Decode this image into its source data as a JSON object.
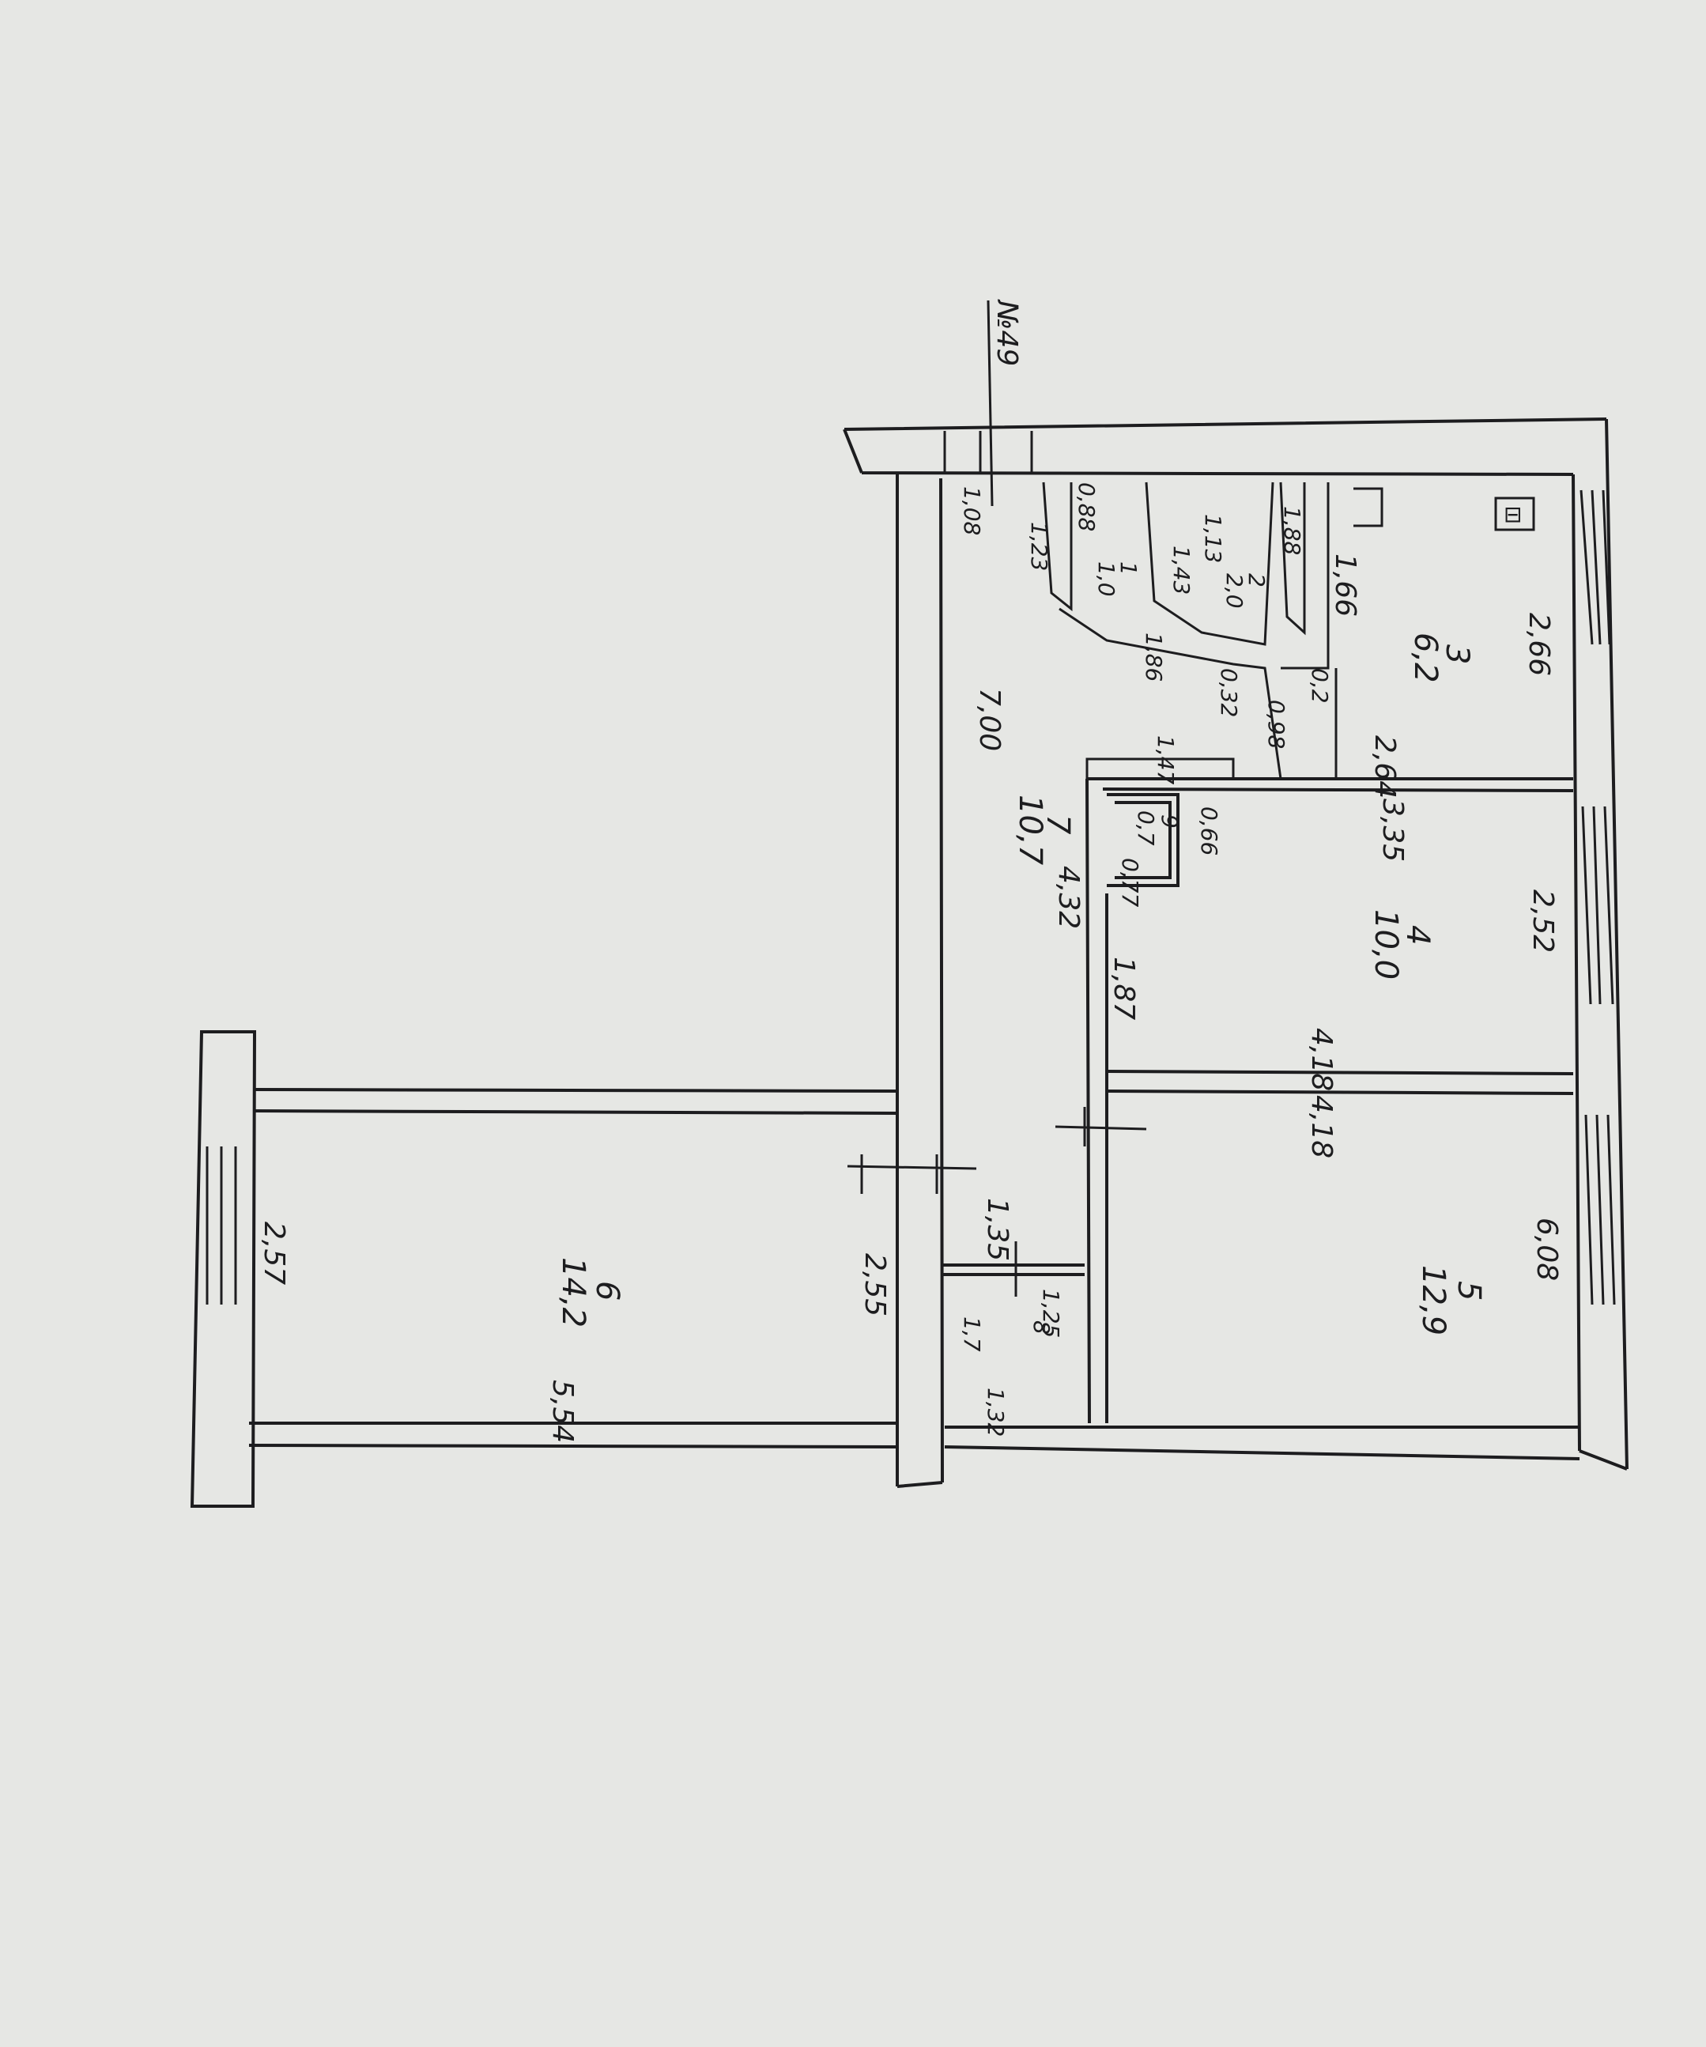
{
  "colors": {
    "paper": "#e6e7e4",
    "ink": "#1d1d1f"
  },
  "building_label": "№49",
  "rooms": [
    {
      "number": "1",
      "area": "1,0"
    },
    {
      "number": "2",
      "area": "2,0"
    },
    {
      "number": "3",
      "area": "6,2"
    },
    {
      "number": "4",
      "area": "10,0"
    },
    {
      "number": "5",
      "area": "12,9"
    },
    {
      "number": "6",
      "area": "14,2"
    },
    {
      "number": "7",
      "area": "10,7"
    },
    {
      "number": "8",
      "area": "1,7"
    },
    {
      "number": "9",
      "area": "0,7"
    }
  ],
  "dimensions": {
    "d_1_08": "1,08",
    "d_1_23": "1,23",
    "d_0_88": "0,88",
    "d_1_13": "1,13",
    "d_1_43": "1,43",
    "d_1_66": "1,66",
    "d_1_88": "1,88",
    "d_1_86": "1,86",
    "d_0_32": "0,32",
    "d_0_98": "0,98",
    "d_0_2": "0,2",
    "d_1_47": "1,47",
    "d_2_66": "2,66",
    "d_2_64": "2,64",
    "d_7_00": "7,00",
    "d_3_35": "3,35",
    "d_0_66": "0,66",
    "d_0_77": "0,77",
    "d_4_32": "4,32",
    "d_1_87": "1,87",
    "d_2_52": "2,52",
    "d_4_18_a": "4,18",
    "d_4_18_b": "4,18",
    "d_1_35": "1,35",
    "d_1_25": "1,25",
    "d_1_32": "1,32",
    "d_2_55": "2,55",
    "d_2_57": "2,57",
    "d_5_54": "5,54",
    "d_6_08": "6,08"
  }
}
